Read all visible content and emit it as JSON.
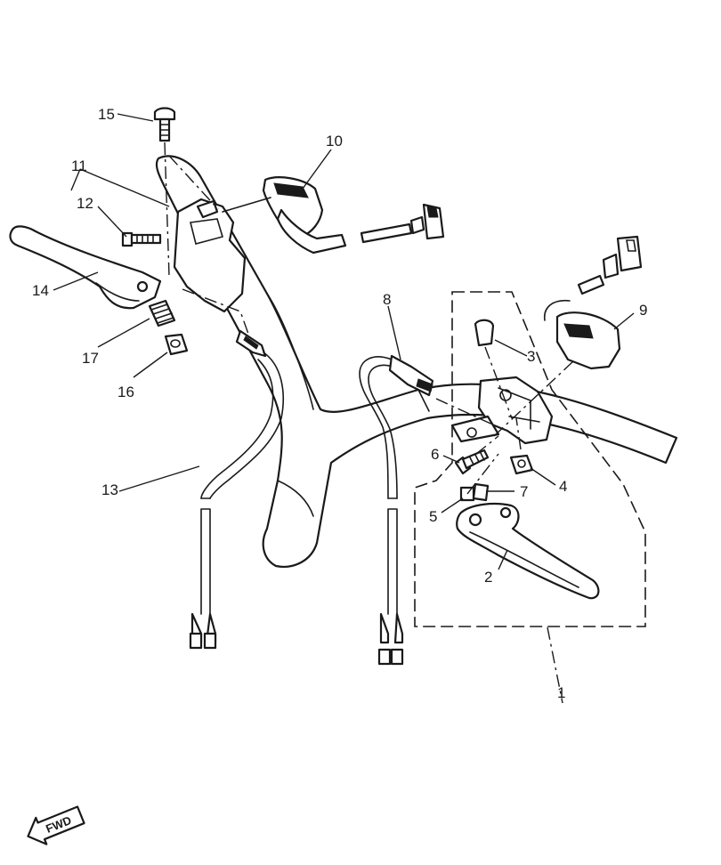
{
  "callouts": [
    "1",
    "2",
    "3",
    "4",
    "5",
    "6",
    "7",
    "8",
    "9",
    "10",
    "11",
    "12",
    "13",
    "14",
    "15",
    "16",
    "17"
  ],
  "fwd_label": "FWD"
}
